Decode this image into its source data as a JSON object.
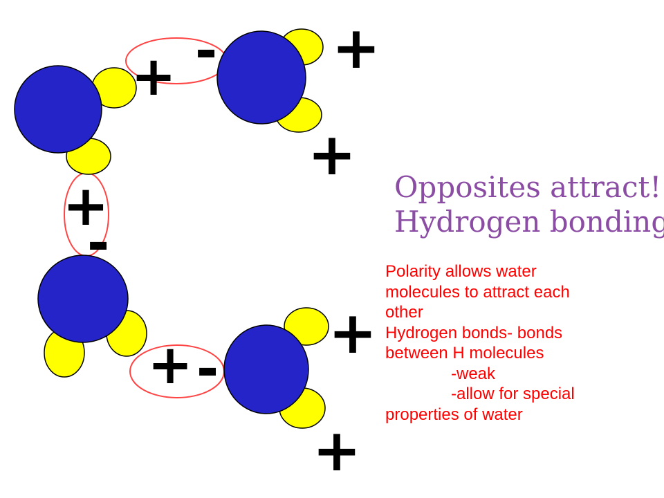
{
  "colors": {
    "oxygen": "#2424c8",
    "hydrogen": "#ffff00",
    "outline": "#000000",
    "ring": "#ff4444",
    "caption": "#8b4ca4",
    "body_text": "#ff0000"
  },
  "charges": {
    "positive": "+",
    "negative": "-"
  },
  "caption": {
    "line1": "Opposites attract!",
    "line2": "Hydrogen bonding"
  },
  "body": {
    "line1": "Polarity allows water",
    "line2": "molecules to attract each",
    "line3": "other",
    "line4": "Hydrogen bonds- bonds",
    "line5": "between H molecules",
    "line6": "-weak",
    "line7": "-allow for special",
    "line8": "properties of water"
  }
}
